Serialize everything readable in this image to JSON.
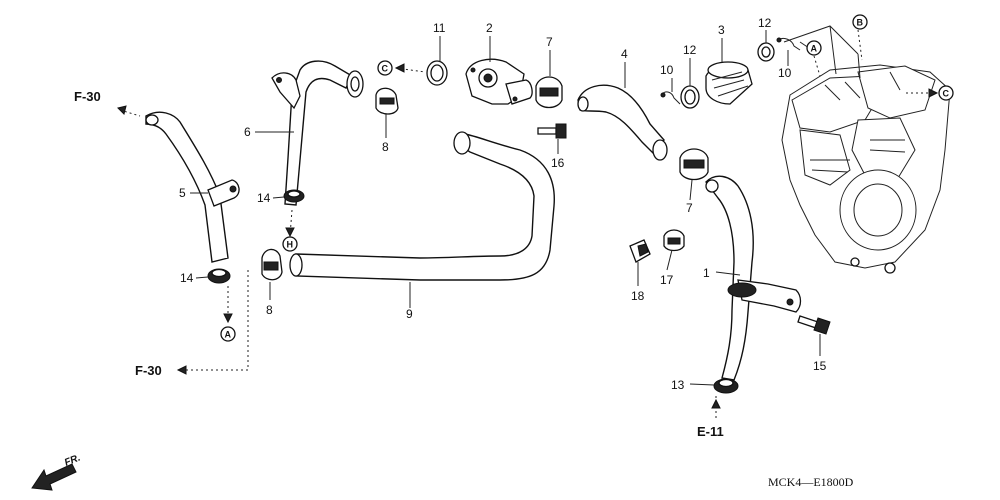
{
  "callouts": [
    {
      "id": "c1",
      "label": "1"
    },
    {
      "id": "c2",
      "label": "2"
    },
    {
      "id": "c3",
      "label": "3"
    },
    {
      "id": "c4",
      "label": "4"
    },
    {
      "id": "c5",
      "label": "5"
    },
    {
      "id": "c6",
      "label": "6"
    },
    {
      "id": "c7a",
      "label": "7"
    },
    {
      "id": "c7b",
      "label": "7"
    },
    {
      "id": "c8a",
      "label": "8"
    },
    {
      "id": "c8b",
      "label": "8"
    },
    {
      "id": "c9",
      "label": "9"
    },
    {
      "id": "c10a",
      "label": "10"
    },
    {
      "id": "c10b",
      "label": "10"
    },
    {
      "id": "c11",
      "label": "11"
    },
    {
      "id": "c12a",
      "label": "12"
    },
    {
      "id": "c12b",
      "label": "12"
    },
    {
      "id": "c13",
      "label": "13"
    },
    {
      "id": "c14a",
      "label": "14"
    },
    {
      "id": "c14b",
      "label": "14"
    },
    {
      "id": "c15",
      "label": "15"
    },
    {
      "id": "c16",
      "label": "16"
    },
    {
      "id": "c17",
      "label": "17"
    },
    {
      "id": "c18",
      "label": "18"
    }
  ],
  "section_refs": {
    "f30_top": "F-30",
    "f30_bottom": "F-30",
    "e11": "E-11"
  },
  "circle_refs": {
    "a_bottom": "A",
    "a_top": "A",
    "b_top": "B",
    "c_left": "C",
    "c_right": "C",
    "h_mid": "H"
  },
  "diagram_code": "MCK4—E1800D",
  "front_indicator": "FR."
}
